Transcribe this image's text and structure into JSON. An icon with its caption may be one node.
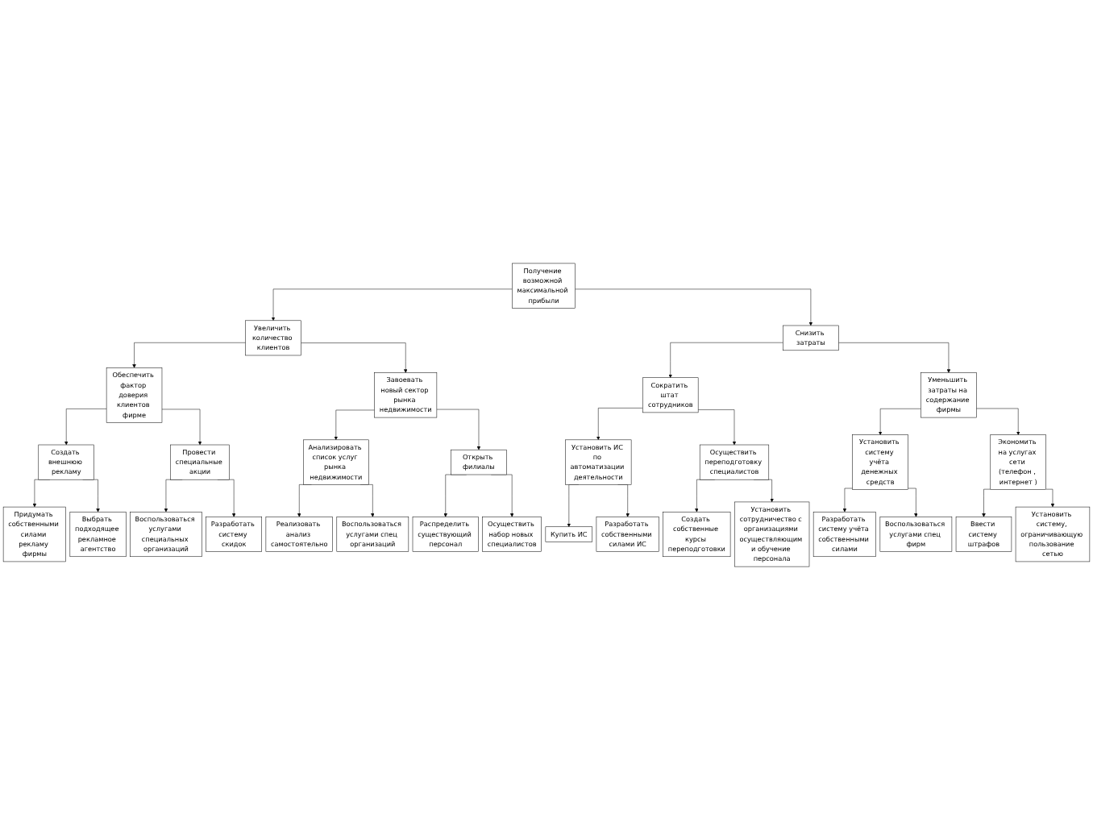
{
  "diagram": {
    "nodes": [
      {
        "text": [
          "Получение возможной максимальной прибыли"
        ]
      },
      {
        "text": [
          "Увеличить количество клиентов"
        ]
      },
      {
        "text": [
          "Снизить затраты"
        ]
      },
      {
        "text": [
          "Обеспечить фактор доверия клиентов фирме"
        ]
      },
      {
        "text": [
          "Завоевать новый сектор рынка недвижимости"
        ]
      },
      {
        "text": [
          "Сократить штат сотрудников"
        ]
      },
      {
        "text": [
          "Уменьшить затраты на содержание фирмы"
        ]
      },
      {
        "text": [
          "Создать внешнюю рекламу"
        ]
      },
      {
        "text": [
          "Провести специальные акции"
        ]
      },
      {
        "text": [
          "Анализировать список услуг рынка недвижимости"
        ]
      },
      {
        "text": [
          "Открыть филиалы"
        ]
      },
      {
        "text": [
          "Установить ИС по автоматизации деятельности"
        ]
      },
      {
        "text": [
          "Осуществить переподготовку специалистов"
        ]
      },
      {
        "text": [
          "Установить систему учёта денежных средств"
        ]
      },
      {
        "text": [
          "Экономить на услугах сети (телефон , интернет )"
        ]
      },
      {
        "text": [
          "Придумать собственными силами рекламу фирмы"
        ]
      },
      {
        "text": [
          "Воспользоваться услугами специальных организаций"
        ]
      },
      {
        "text": [
          "Реализовать анализ самостоятельно"
        ]
      },
      {
        "text": [
          "Распределить существующий персонал"
        ]
      },
      {
        "text": [
          "Купить ИС"
        ]
      },
      {
        "text": [
          "Создать собственные курсы переподготовки"
        ]
      },
      {
        "text": [
          "Разработать систему учёта собственными силами"
        ]
      },
      {
        "text": [
          "Ввести систему штрафов"
        ]
      },
      {
        "text": [
          "Выбрать подходящее рекламное агентство"
        ]
      },
      {
        "text": [
          "Разработать систему скидок"
        ]
      },
      {
        "text": [
          "Воспользоваться услугами спец организаций"
        ]
      },
      {
        "text": [
          "Осуществить набор новых специалистов"
        ]
      },
      {
        "text": [
          "Разработать собственными силами ИС"
        ]
      },
      {
        "text": [
          "Установить сотрудничество с организациями осуществляющим и обучение персонала"
        ]
      },
      {
        "text": [
          "Воспользоваться услугами спец фирм"
        ]
      },
      {
        "text": [
          "Установить систему, ограничивающую пользование сетью"
        ]
      }
    ],
    "edges": [
      {
        "from": 0,
        "to": 1,
        "arrow": "to"
      },
      {
        "from": 0,
        "to": 2,
        "arrow": "to"
      },
      {
        "from": 1,
        "to": 3,
        "arrow": "to"
      },
      {
        "from": 1,
        "to": 4,
        "arrow": "to"
      },
      {
        "from": 2,
        "to": 5,
        "arrow": "to"
      },
      {
        "from": 2,
        "to": 6,
        "arrow": "to"
      },
      {
        "from": 3,
        "to": 7,
        "arrow": "to"
      },
      {
        "from": 3,
        "to": 8,
        "arrow": "to"
      },
      {
        "from": 4,
        "to": 9,
        "arrow": "to"
      },
      {
        "from": 4,
        "to": 10,
        "arrow": "to"
      },
      {
        "from": 5,
        "to": 11,
        "arrow": "to"
      },
      {
        "from": 5,
        "to": 12,
        "arrow": "to"
      },
      {
        "from": 6,
        "to": 13,
        "arrow": "to"
      },
      {
        "from": 6,
        "to": 14,
        "arrow": "to"
      },
      {
        "from": 7,
        "to": 15,
        "arrow": "to"
      },
      {
        "from": 8,
        "to": 16,
        "arrow": "to"
      },
      {
        "from": 9,
        "to": 17,
        "arrow": "to"
      },
      {
        "from": 10,
        "to": 18,
        "arrow": "to"
      },
      {
        "from": 11,
        "to": 19,
        "arrow": "to"
      },
      {
        "from": 12,
        "to": 20,
        "arrow": "to"
      },
      {
        "from": 13,
        "to": 21,
        "arrow": "to"
      },
      {
        "from": 14,
        "to": 22,
        "arrow": "to"
      },
      {
        "from": 7,
        "to": 23,
        "arrow": "to"
      },
      {
        "from": 8,
        "to": 24,
        "arrow": "to"
      },
      {
        "from": 9,
        "to": 25,
        "arrow": "to"
      },
      {
        "from": 10,
        "to": 26,
        "arrow": "to"
      },
      {
        "from": 11,
        "to": 27,
        "arrow": "to"
      },
      {
        "from": 12,
        "to": 28,
        "arrow": "to"
      },
      {
        "from": 13,
        "to": 29,
        "arrow": "to"
      },
      {
        "from": 14,
        "to": 30,
        "arrow": "to"
      }
    ]
  }
}
